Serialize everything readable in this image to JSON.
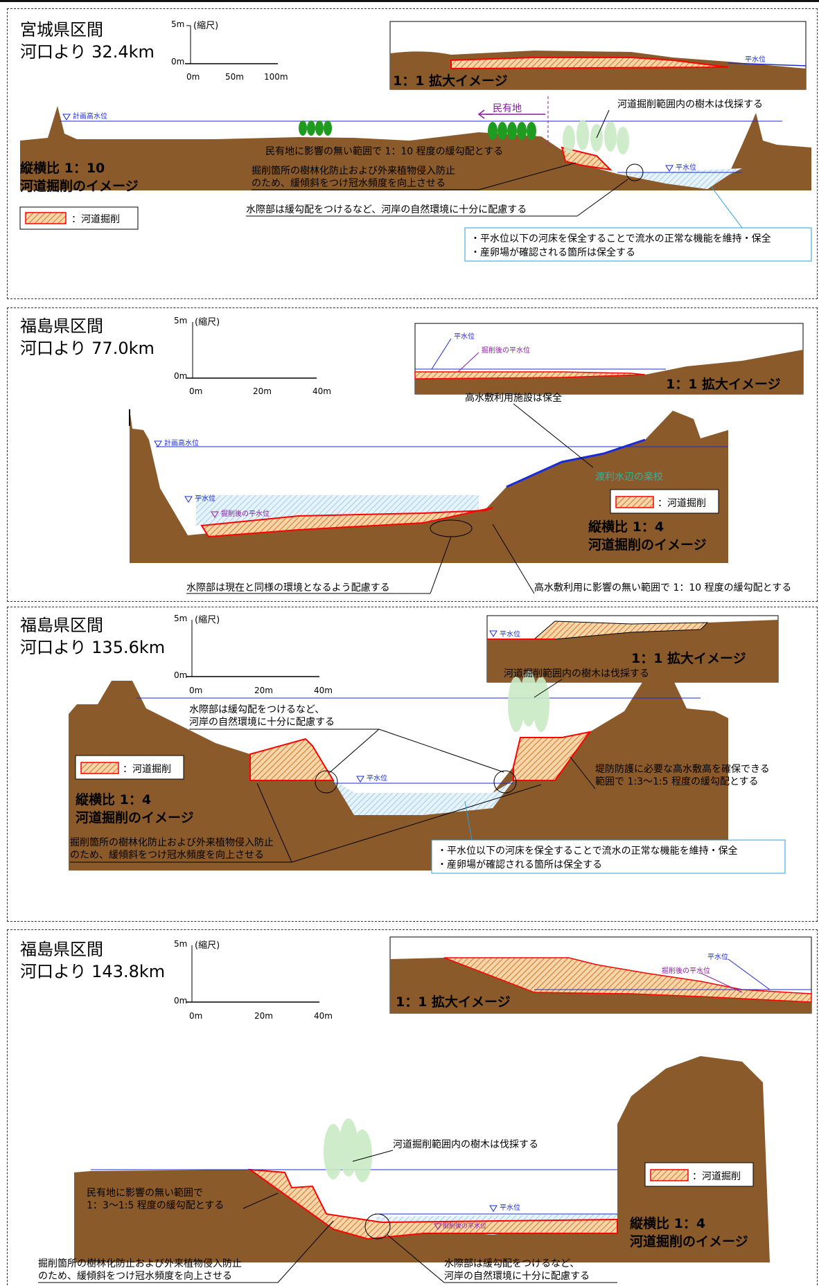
{
  "colors": {
    "earth": "#8b5a2b",
    "earth_dark": "#5b3818",
    "water": "#cfe6f3",
    "excavation_line": "#ff0000",
    "plan_line": "#1a2bd8",
    "purple": "#8b1aa0",
    "callout_cyan": "#2a9fd6",
    "tree_green": "#1f9c1f",
    "tree_pale": "#c9ebc5"
  },
  "common": {
    "scale_label": "(縮尺)",
    "scale_5m": "5m",
    "scale_0m": "0m",
    "zoom_label": "1：1 拡大イメージ",
    "legend_label": "：河道掘削",
    "planned_hwl": "計画高水位",
    "normal_wl": "平水位",
    "after_excav_wl": "掘削後の平水位",
    "title_image": "河道掘削のイメージ"
  },
  "panels": [
    {
      "region": "宮城県区間",
      "distance": "河口より 32.4km",
      "ticks": [
        "0m",
        "50m",
        "100m"
      ],
      "ratio": "縦横比 1：10",
      "private_land": "民有地",
      "notes": {
        "trees": "河道掘削範囲内の樹木は伐採する",
        "gentle_slope": "民有地に影響の無い範囲で 1：10 程度の緩勾配とする",
        "forest_prev_1": "掘削箇所の樹林化防止および外来植物侵入防止",
        "forest_prev_2": "のため、緩傾斜をつけ冠水頻度を向上させる",
        "waterside": "水際部は緩勾配をつけるなど、河岸の自然環境に十分に配慮する",
        "bed_1": "・平水位以下の河床を保全することで流水の正常な機能を維持・保全",
        "bed_2": "・産卵場が確認される箇所は保全する"
      }
    },
    {
      "region": "福島県区間",
      "distance": "河口より 77.0km",
      "ticks": [
        "0m",
        "20m",
        "40m"
      ],
      "ratio": "縦横比 1：4",
      "notes": {
        "facility": "高水敷利用施設は保全",
        "school": "渡利水辺の楽校",
        "waterside": "水際部は現在と同様の環境となるよう配慮する",
        "gentle": "高水敷利用に影響の無い範囲で 1：10 程度の緩勾配とする"
      }
    },
    {
      "region": "福島県区間",
      "distance": "河口より 135.6km",
      "ticks": [
        "0m",
        "20m",
        "40m"
      ],
      "ratio": "縦横比 1：4",
      "notes": {
        "trees": "河道掘削範囲内の樹木は伐採する",
        "waterside_1": "水際部は緩勾配をつけるなど、",
        "waterside_2": "河岸の自然環境に十分に配慮する",
        "levee_1": "堤防防護に必要な高水敷高を確保できる",
        "levee_2": "範囲で 1:3～1:5 程度の緩勾配とする",
        "forest_prev_1": "掘削箇所の樹林化防止および外来植物侵入防止",
        "forest_prev_2": "のため、緩傾斜をつけ冠水頻度を向上させる",
        "bed_1": "・平水位以下の河床を保全することで流水の正常な機能を維持・保全",
        "bed_2": "・産卵場が確認される箇所は保全する"
      }
    },
    {
      "region": "福島県区間",
      "distance": "河口より 143.8km",
      "ticks": [
        "0m",
        "20m",
        "40m"
      ],
      "ratio": "縦横比 1：4",
      "notes": {
        "trees": "河道掘削範囲内の樹木は伐採する",
        "private_1": "民有地に影響の無い範囲で",
        "private_2": "1：3～1:5 程度の緩勾配とする",
        "forest_prev_1": "掘削箇所の樹林化防止および外来植物侵入防止",
        "forest_prev_2": "のため、緩傾斜をつけ冠水頻度を向上させる",
        "waterside_1": "水際部は緩勾配をつけるなど、",
        "waterside_2": "河岸の自然環境に十分に配慮する"
      }
    }
  ]
}
